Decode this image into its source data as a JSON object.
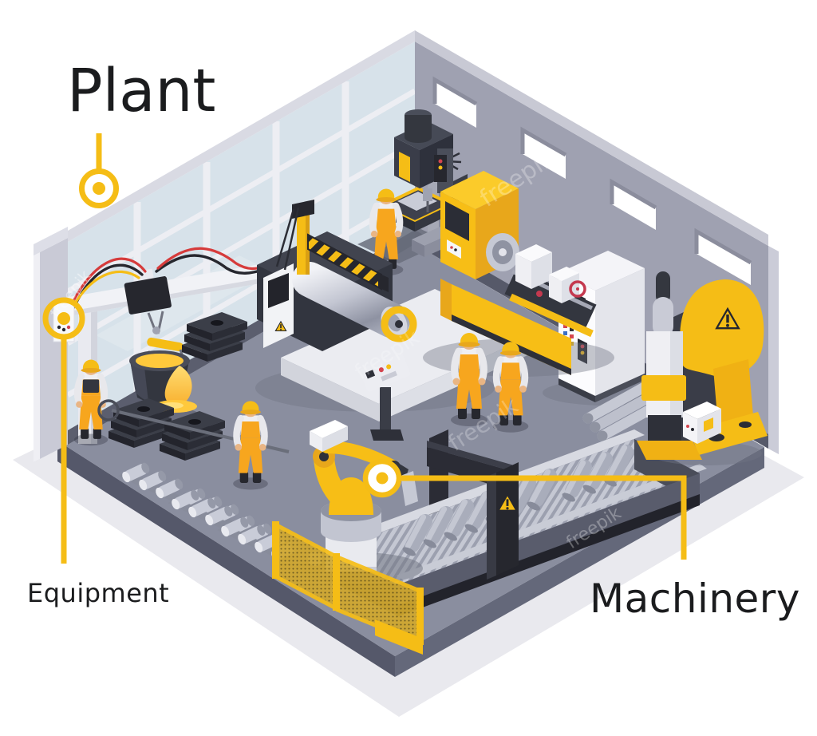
{
  "labels": {
    "plant": "Plant",
    "equipment": "Equipment",
    "machinery": "Machinery"
  },
  "watermark": {
    "text": "freepik"
  },
  "colors": {
    "accent": "#F5BD16",
    "label_text": "#1B1C1E",
    "floor": "#8A8E9F",
    "floor_side": "#5E6273",
    "apron": "#E9E9EE",
    "wall": "#9FA1B1",
    "wall_cap": "#C8C9D4",
    "glass": "#D7E2EA",
    "mullion": "#EDEEF3",
    "machine_dark": "#32353F",
    "machine_white": "#F2F3F6",
    "metal": "#C7CAD6",
    "molten": "#FFC93C",
    "overalls": "#F7A61E"
  }
}
